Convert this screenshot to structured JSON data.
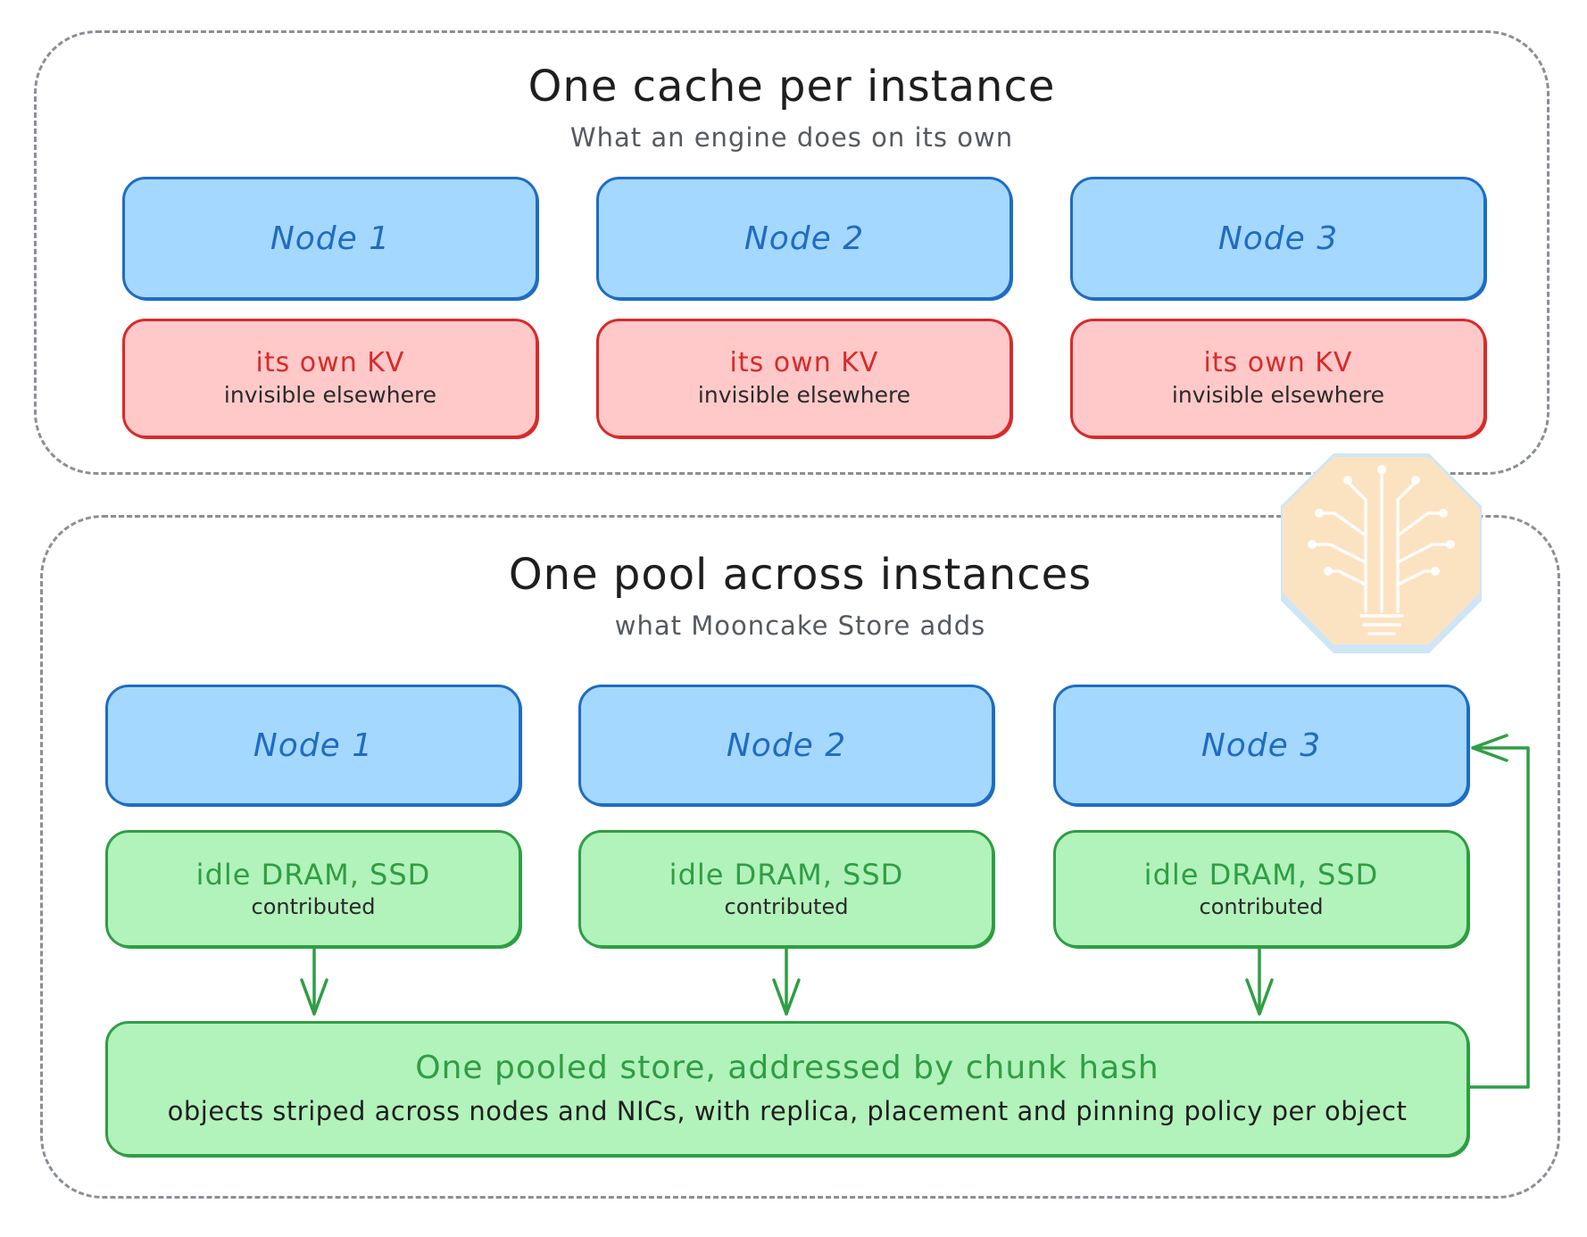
{
  "colors": {
    "node_fill": "#a5d8ff",
    "node_stroke": "#1f6cc4",
    "kv_fill": "#ffc9c9",
    "kv_stroke": "#d92a2a",
    "pool_fill": "#b2f2bb",
    "pool_stroke": "#2f9e44",
    "group_border": "#8a8f96"
  },
  "top_group": {
    "title": "One cache per instance",
    "subtitle": "What an engine does on its own",
    "nodes": [
      {
        "label": "Node 1",
        "kv_title": "its own KV",
        "kv_note": "invisible elsewhere"
      },
      {
        "label": "Node 2",
        "kv_title": "its own KV",
        "kv_note": "invisible elsewhere"
      },
      {
        "label": "Node 3",
        "kv_title": "its own KV",
        "kv_note": "invisible elsewhere"
      }
    ]
  },
  "bottom_group": {
    "title": "One pool across instances",
    "subtitle": "what Mooncake Store adds",
    "nodes": [
      {
        "label": "Node 1",
        "mem_title": "idle DRAM, SSD",
        "mem_note": "contributed"
      },
      {
        "label": "Node 2",
        "mem_title": "idle DRAM, SSD",
        "mem_note": "contributed"
      },
      {
        "label": "Node 3",
        "mem_title": "idle DRAM, SSD",
        "mem_note": "contributed"
      }
    ],
    "pool": {
      "title": "One pooled store, addressed by chunk hash",
      "note": "objects striped across nodes and NICs, with replica, placement and pinning policy per object"
    }
  },
  "badge": {
    "icon": "circuit-tree-lightbulb-icon"
  }
}
